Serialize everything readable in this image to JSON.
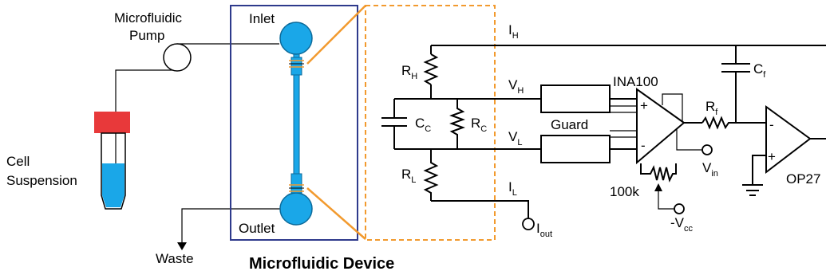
{
  "labels": {
    "pump_line1": "Microfluidic",
    "pump_line2": "Pump",
    "cell_line1": "Cell",
    "cell_line2": "Suspension",
    "waste": "Waste",
    "inlet": "Inlet",
    "outlet": "Outlet",
    "device_title": "Microfluidic Device",
    "ih_main": "I",
    "ih_sub": "H",
    "il_main": "I",
    "il_sub": "L",
    "rh_main": "R",
    "rh_sub": "H",
    "rl_main": "R",
    "rl_sub": "L",
    "rc_main": "R",
    "rc_sub": "C",
    "cc_main": "C",
    "cc_sub": "C",
    "vh_main": "V",
    "vh_sub": "H",
    "vl_main": "V",
    "vl_sub": "L",
    "guard": "Guard",
    "ina": "INA100",
    "rf_main": "R",
    "rf_sub": "f",
    "cf_main": "C",
    "cf_sub": "f",
    "vin_main": "V",
    "vin_sub": "in",
    "iout_main": "I",
    "iout_sub": "out",
    "pot": "100k",
    "vcc_main": "-V",
    "vcc_sub": "cc",
    "op27": "OP27",
    "plus1": "+",
    "minus1": "-",
    "plus2": "+",
    "minus2": "-"
  },
  "colors": {
    "device_frame": "#2e3a8c",
    "zoom_box": "#f29a2e",
    "fluid": "#1aa7e8",
    "cap": "#e8393a"
  }
}
